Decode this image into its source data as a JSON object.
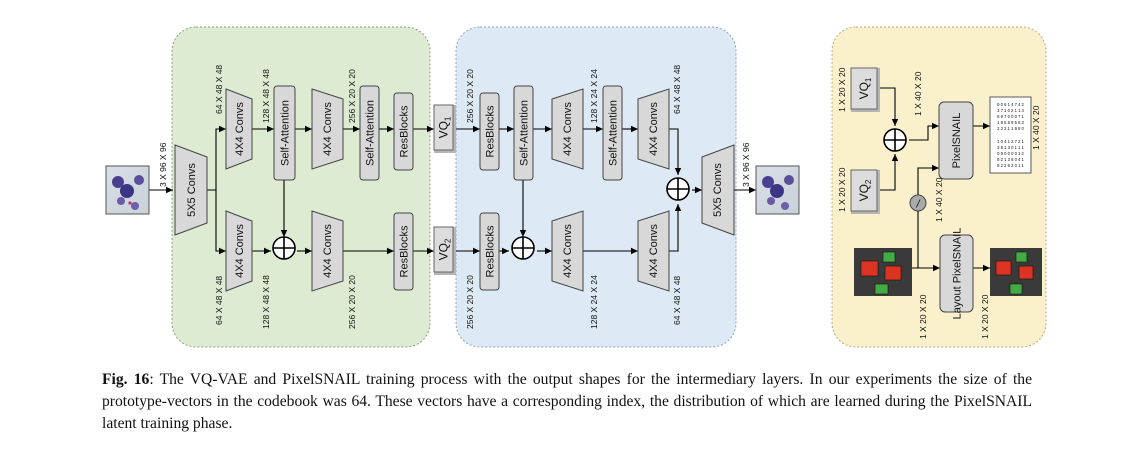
{
  "blocks": {
    "convs_5x5": "5X5 Convs",
    "convs_4x4": "4X4 Convs",
    "self_attention": "Self-Attention",
    "resblocks": "ResBlocks",
    "vq1_main": "VQ",
    "vq1_sub": "1",
    "vq2_main": "VQ",
    "vq2_sub": "2",
    "pixelsnail": "PixelSNAIL",
    "layout_pixelsnail": "Layout PixelSNAIL",
    "slash_symbol": "/"
  },
  "shapes": {
    "s3x96x96": "3 X 96 X 96",
    "s64x48x48": "64 X 48 X 48",
    "s128x48x48": "128 X 48 X 48",
    "s256x20x20": "256 X 20 X 20",
    "s128x24x24": "128 X 24 X 24",
    "s1x20x20": "1 X 20 X 20",
    "s1x40x20": "1 X 40 X 20"
  },
  "index_matrix_a": [
    "9 0 6 1 4 7 4 2",
    "3 7 1 0 2 1 1 4",
    "8 9 7 0 0 0 7 1",
    "1 8 5 5 9 5 5 3",
    "2 2 2 1 1 9 8 0"
  ],
  "index_matrix_b": [
    "1 0 4 1 2 7 2 1",
    "3 8 1 3 0 1 1 1",
    "0 9 0 0 0 0 1 2",
    "8 2 1 3 8 0 4 1",
    "9 2 2 6 2 0 1 1"
  ],
  "caption": {
    "label": "Fig. 16",
    "text": ": The VQ-VAE and PixelSNAIL training process with the output shapes for the intermediary layers. In our experiments the size of the prototype-vectors in the codebook was 64. These vectors have a corresponding index, the distribution of which are learned during the PixelSNAIL latent training phase."
  },
  "colors": {
    "encoder_bg": "#dcebd2",
    "decoder_bg": "#dde9f4",
    "pixelsnail_bg": "#fbf0cc",
    "block_fill": "#d8d8d8",
    "vq_fill": "#d9d9d9",
    "layout_dark": "#3a3a3a",
    "layout_red": "#dd3322",
    "layout_green": "#44aa44"
  }
}
